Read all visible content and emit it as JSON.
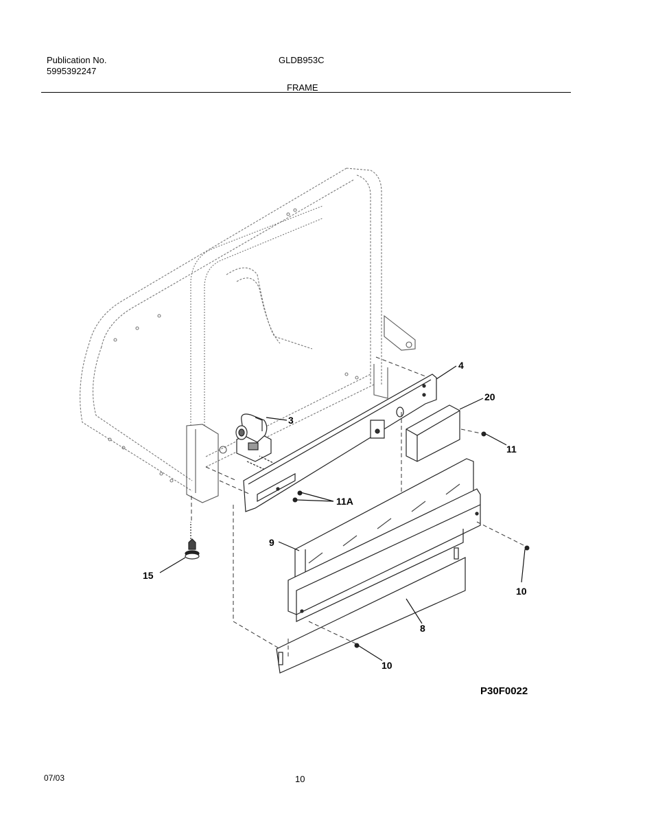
{
  "header": {
    "publication_label": "Publication No.",
    "publication_number": "5995392247",
    "model": "GLDB953C",
    "section": "FRAME"
  },
  "callouts": {
    "c4": "4",
    "c20": "20",
    "c3": "3",
    "c11": "11",
    "c11a": "11A",
    "c9": "9",
    "c15": "15",
    "c10_right": "10",
    "c8": "8",
    "c10_bottom": "10"
  },
  "figure_id": "P30F0022",
  "footer": {
    "date": "07/03",
    "page": "10"
  }
}
